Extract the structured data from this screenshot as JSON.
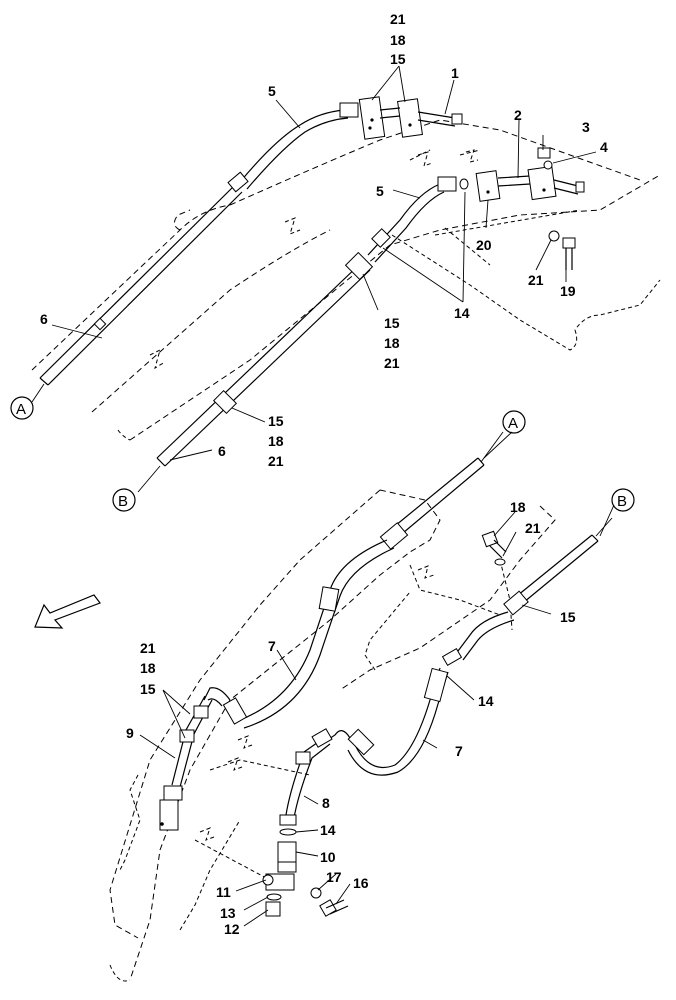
{
  "callouts": {
    "c1": "1",
    "c2": "2",
    "c3": "3",
    "c4": "4",
    "c5a": "5",
    "c5b": "5",
    "c6a": "6",
    "c6b": "6",
    "c7a": "7",
    "c7b": "7",
    "c8": "8",
    "c9": "9",
    "c10": "10",
    "c11": "11",
    "c12": "12",
    "c13": "13",
    "c14a": "14",
    "c14b": "14",
    "c14c": "14",
    "c15top": "15",
    "c15a": "15",
    "c15b": "15",
    "c15c": "15",
    "c15d": "15",
    "c16": "16",
    "c17": "17",
    "c18top": "18",
    "c18a": "18",
    "c18b": "18",
    "c18c": "18",
    "c18d": "18",
    "c19": "19",
    "c20": "20",
    "c21top": "21",
    "c21a": "21",
    "c21b": "21",
    "c21c": "21",
    "c21d": "21",
    "c21e": "21"
  },
  "connectors": {
    "a1": "A",
    "b1": "B",
    "a2": "A",
    "b2": "B"
  },
  "icons": {
    "direction_arrow": "arrow-down-left-icon"
  }
}
